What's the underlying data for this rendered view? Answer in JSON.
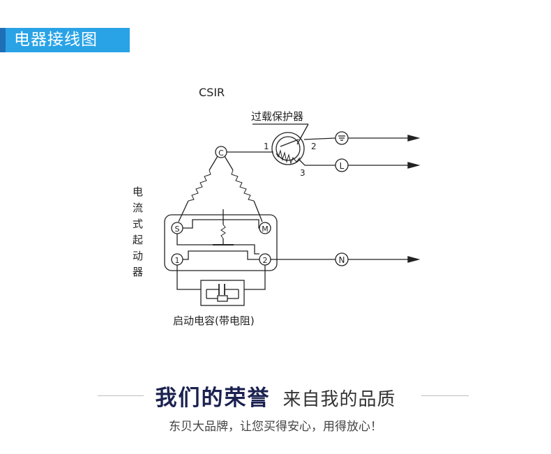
{
  "header": {
    "title": "电器接线图"
  },
  "colors": {
    "accent": "#29a3e6",
    "accent_dark": "#1f6fb7",
    "slogan_dark": "#1b2150"
  },
  "diagram": {
    "type_label": "CSIR",
    "overload_label": "过载保护器",
    "starter_label": [
      "电",
      "流",
      "式",
      "起",
      "动",
      "器"
    ],
    "capacitor_label": "启动电容(带电阻)",
    "nodes": {
      "common": "C",
      "start": "S",
      "main": "M",
      "t1": "1",
      "t2": "2",
      "line": "L",
      "neutral": "N"
    },
    "overload_pins": {
      "p1": "1",
      "p2": "2",
      "p3": "3"
    }
  },
  "footer": {
    "slogan_strong": "我们的荣誉",
    "slogan_soft": "来自我的品质",
    "tagline": "东贝大品牌，让您买得安心，用得放心！"
  }
}
